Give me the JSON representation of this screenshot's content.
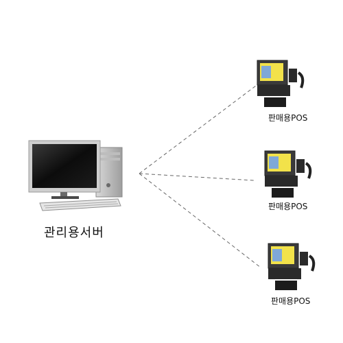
{
  "server": {
    "label": "관리용서버",
    "icon": "desktop-computer-icon"
  },
  "pos_terminals": [
    {
      "label": "판매용POS",
      "icon": "pos-terminal-icon"
    },
    {
      "label": "판매용POS",
      "icon": "pos-terminal-icon"
    },
    {
      "label": "판매용POS",
      "icon": "pos-terminal-icon"
    }
  ],
  "connection_style": "dashed",
  "colors": {
    "line": "#666666",
    "monitor_frame": "#c8c8c8",
    "screen": "#111111",
    "pos_body": "#2a2a2a",
    "pos_screen": "#f2e24a"
  }
}
